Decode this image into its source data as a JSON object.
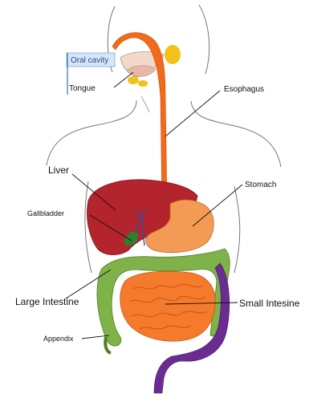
{
  "labels": {
    "oral_cavity": "Oral cavity",
    "tongue": "Tongue",
    "esophagus": "Esophagus",
    "liver": "Liver",
    "stomach": "Stomach",
    "gallbladder": "Gallbladder",
    "large_intestine": "Large Intestine",
    "small_intestine": "Small Intesine",
    "appendix": "Appendix"
  },
  "colors": {
    "esophagus": "#f26a1b",
    "liver": "#b3242c",
    "stomach": "#f39a55",
    "small_intestine": "#f57a2c",
    "large_intestine": "#7fb34a",
    "rectum": "#6b2c91",
    "gallbladder": "#2e7d32",
    "salivary": "#f2c21b",
    "oral_box": "#d7e6f7"
  }
}
